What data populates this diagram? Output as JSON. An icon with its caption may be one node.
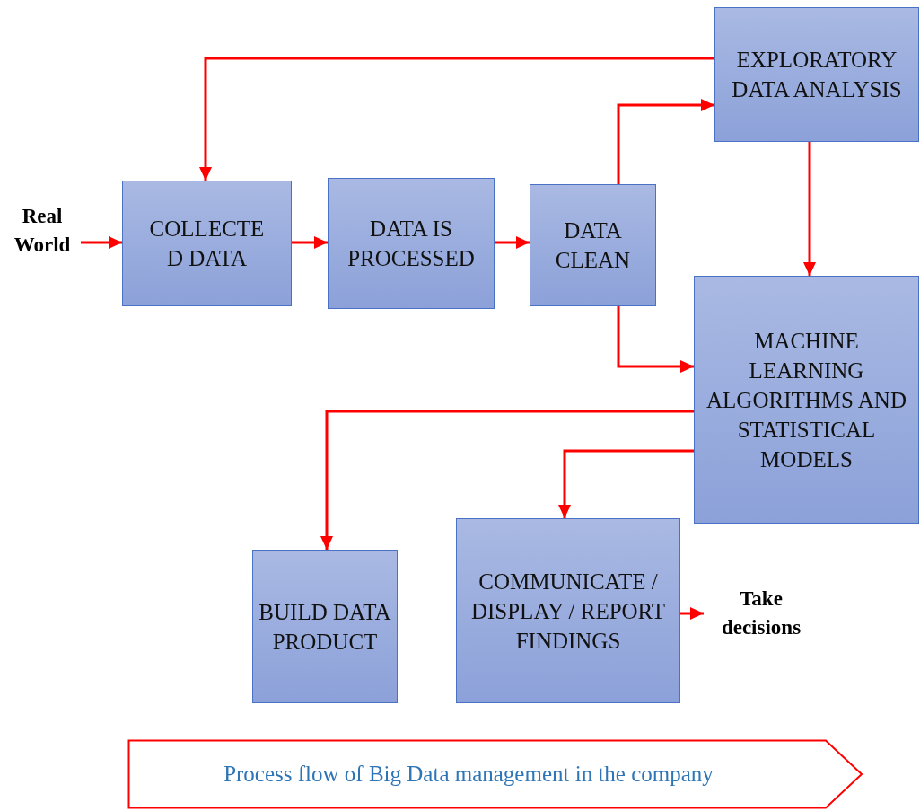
{
  "diagram": {
    "nodes": [
      {
        "text": [
          "Real World"
        ]
      },
      {
        "text": [
          "COLLECTE D DATA"
        ]
      },
      {
        "text": [
          "DATA IS PROCESSED"
        ]
      },
      {
        "text": [
          "DATA CLEAN"
        ]
      },
      {
        "text": [
          "EXPLORATORY DATA ANALYSIS"
        ]
      },
      {
        "text": [
          "MACHINE LEARNING ALGORITHMS AND STATISTICAL MODELS"
        ]
      },
      {
        "text": [
          "BUILD DATA PRODUCT"
        ]
      },
      {
        "text": [
          "COMMUNICATE / DISPLAY / REPORT FINDINGS"
        ]
      },
      {
        "text": [
          "Take decisions"
        ]
      },
      {
        "text": [
          "Process flow of Big Data management in the company"
        ]
      }
    ],
    "edges": [
      {
        "from": 0,
        "to": 1,
        "arrow": "to"
      },
      {
        "from": 1,
        "to": 2,
        "arrow": "to"
      },
      {
        "from": 2,
        "to": 3,
        "arrow": "to"
      },
      {
        "from": 3,
        "to": 4,
        "arrow": "to"
      },
      {
        "from": 4,
        "to": 1,
        "arrow": "to"
      },
      {
        "from": 4,
        "to": 5,
        "arrow": "to"
      },
      {
        "from": 3,
        "to": 5,
        "arrow": "to"
      },
      {
        "from": 5,
        "to": 6,
        "arrow": "to"
      },
      {
        "from": 5,
        "to": 7,
        "arrow": "to"
      },
      {
        "from": 7,
        "to": 8,
        "arrow": "to"
      }
    ]
  }
}
